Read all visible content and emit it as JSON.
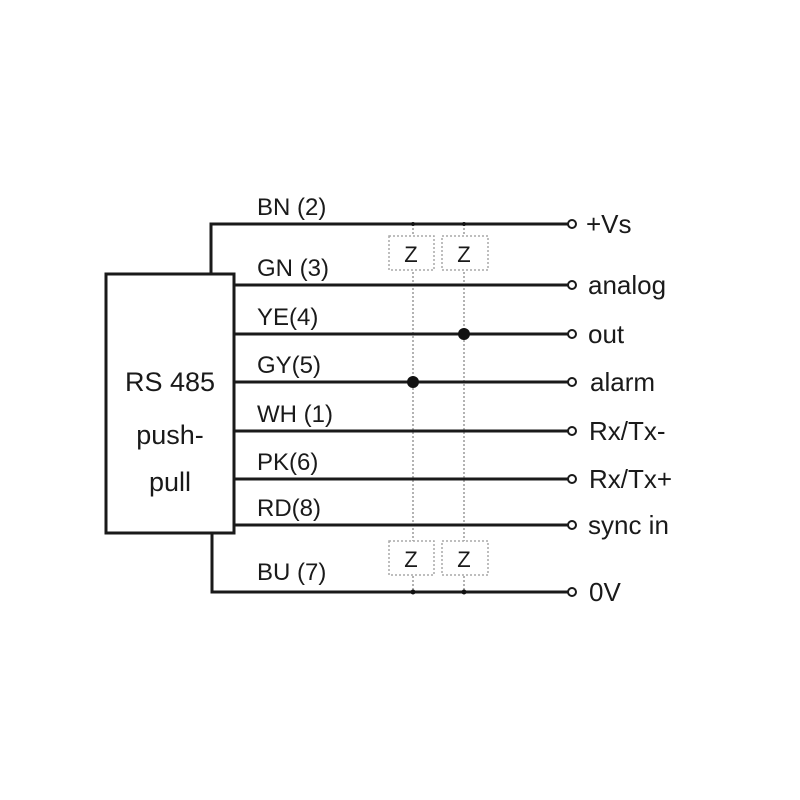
{
  "diagram": {
    "module": {
      "lines": [
        "RS 485",
        "push-",
        "pull"
      ]
    },
    "wires": [
      {
        "id": "bn",
        "label": "BN (2)",
        "signal": "+Vs"
      },
      {
        "id": "gn",
        "label": "GN (3)",
        "signal": "analog"
      },
      {
        "id": "ye",
        "label": "YE(4)",
        "signal": "out"
      },
      {
        "id": "gy",
        "label": "GY(5)",
        "signal": "alarm"
      },
      {
        "id": "wh",
        "label": "WH (1)",
        "signal": "Rx/Tx-"
      },
      {
        "id": "pk",
        "label": "PK(6)",
        "signal": "Rx/Tx+"
      },
      {
        "id": "rd",
        "label": "RD(8)",
        "signal": "sync in"
      },
      {
        "id": "bu",
        "label": "BU (7)",
        "signal": "0V"
      }
    ],
    "zener": {
      "symbol": "Z",
      "top": [
        "Z",
        "Z"
      ],
      "bottom": [
        "Z",
        "Z"
      ]
    },
    "junctions": [
      {
        "wire": "ye",
        "zener_column": 2
      },
      {
        "wire": "gy",
        "zener_column": 1
      }
    ]
  }
}
